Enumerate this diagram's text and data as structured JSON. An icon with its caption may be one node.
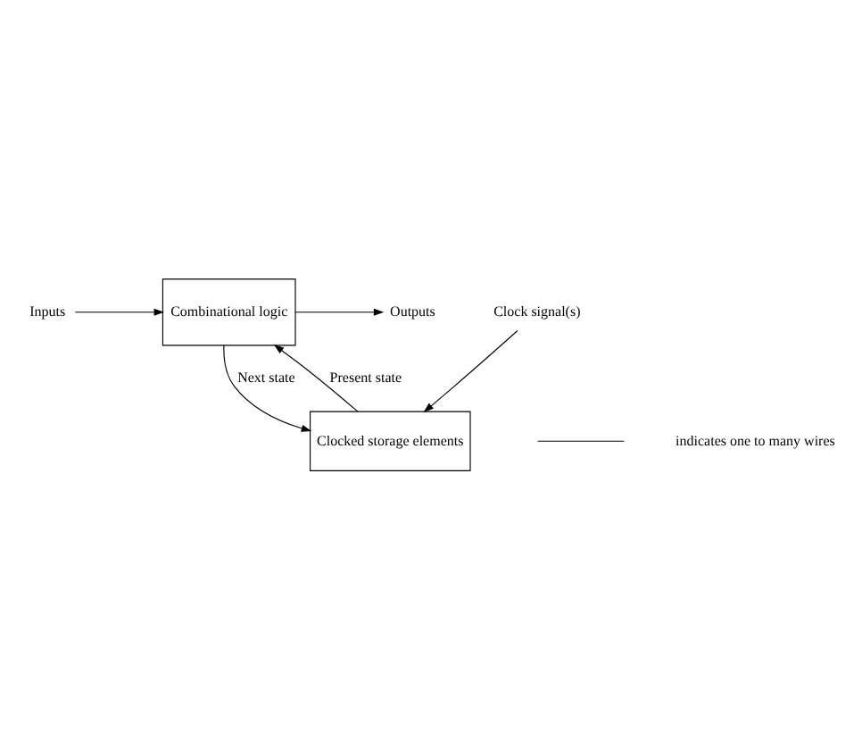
{
  "diagram": {
    "nodes": [
      {
        "text": [
          "Inputs"
        ]
      },
      {
        "text": [
          "Combinational logic"
        ]
      },
      {
        "text": [
          "Outputs"
        ]
      },
      {
        "text": [
          "Clocked storage elements"
        ]
      },
      {
        "text": [
          "Clock signal(s)"
        ]
      }
    ],
    "edges": [
      {
        "from": 0,
        "to": 1,
        "arrow": "to"
      },
      {
        "from": 1,
        "to": 2,
        "arrow": "to"
      },
      {
        "from": 3,
        "to": 1,
        "arrow": "to",
        "label": "Present state"
      },
      {
        "from": 1,
        "to": 3,
        "arrow": "to",
        "label": "Next state"
      },
      {
        "from": 4,
        "to": 3,
        "arrow": "to"
      }
    ],
    "legend": [
      {
        "text": "indicates one to many wires"
      }
    ]
  }
}
